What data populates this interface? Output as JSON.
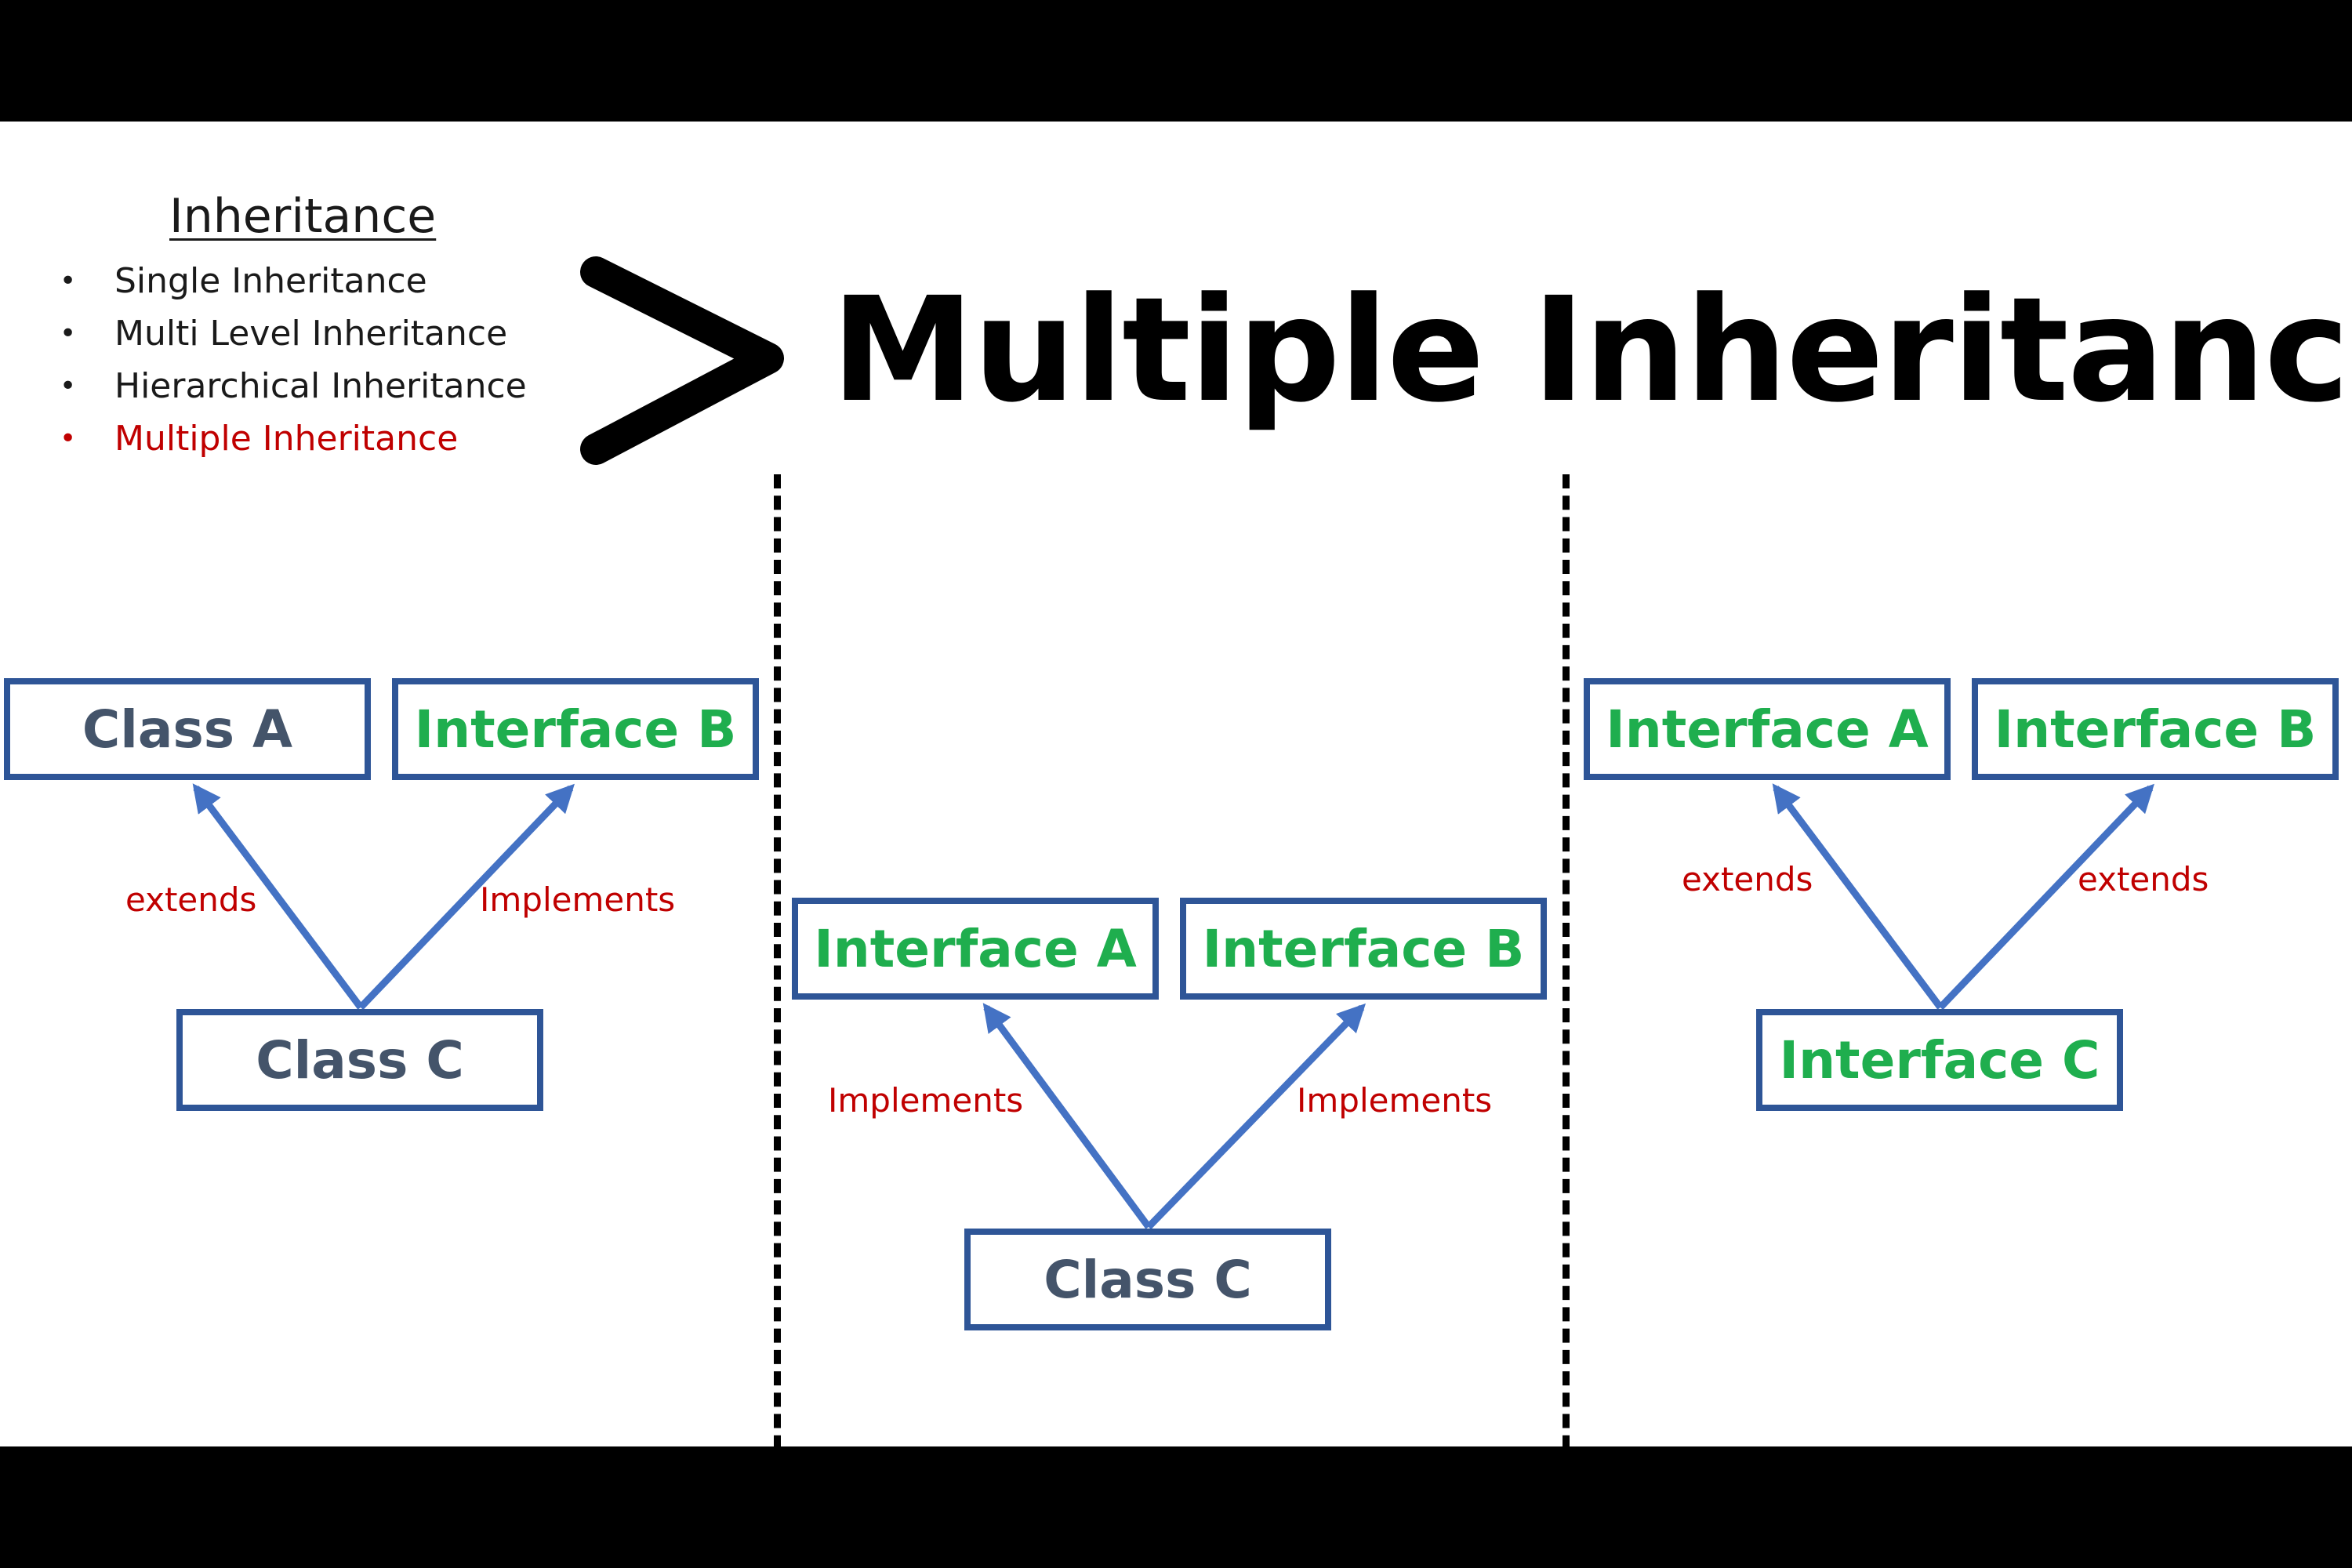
{
  "sidebar": {
    "heading": "Inheritance",
    "items": [
      {
        "label": "Single Inheritance",
        "color": "#1a1a1a"
      },
      {
        "label": "Multi Level Inheritance",
        "color": "#1a1a1a"
      },
      {
        "label": "Hierarchical Inheritance",
        "color": "#1a1a1a"
      },
      {
        "label": "Multiple Inheritance",
        "color": "#c00000"
      }
    ],
    "bullet": "•"
  },
  "title": "Multiple Inheritance",
  "colors": {
    "class_text": "#44546a",
    "interface_text": "#1fae4e",
    "box_border": "#2e5597",
    "arrow": "#4472c4",
    "relation_label": "#c00000",
    "highlight": "#c00000"
  },
  "diagrams": [
    {
      "parent_left": "Class A",
      "parent_right": "Interface B",
      "child": "Class C",
      "relation_left": "extends",
      "relation_right": "Implements"
    },
    {
      "parent_left": "Interface A",
      "parent_right": "Interface B",
      "child": "Class C",
      "relation_left": "Implements",
      "relation_right": "Implements"
    },
    {
      "parent_left": "Interface A",
      "parent_right": "Interface B",
      "child": "Interface C",
      "relation_left": "extends",
      "relation_right": "extends"
    }
  ]
}
